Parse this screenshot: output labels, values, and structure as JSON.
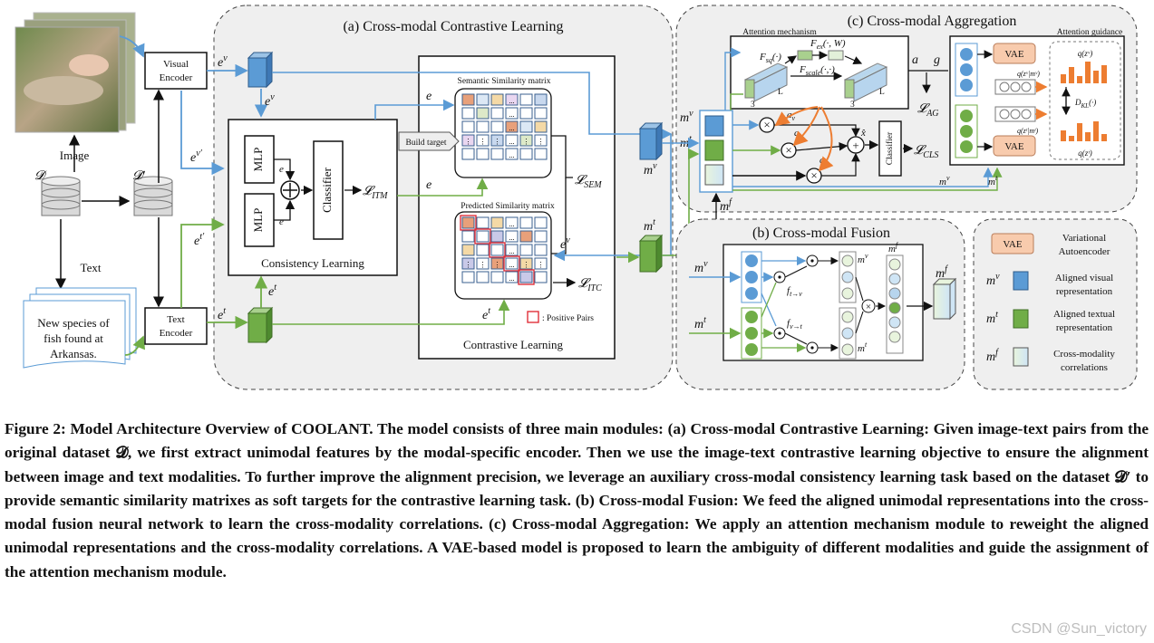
{
  "inputs": {
    "image_label": "Image",
    "text_label": "Text",
    "dataset": "𝓓",
    "dataset_prime": "𝓓′",
    "text_doc_lines": [
      "New species of",
      "fish found at",
      "Arkansas."
    ]
  },
  "encoders": {
    "visual": [
      "Visual",
      "Encoder"
    ],
    "text": [
      "Text",
      "Encoder"
    ]
  },
  "features": {
    "ev": "e",
    "ev_sup": "v",
    "et": "e",
    "et_sup": "t",
    "ev_prime_sup": "v′",
    "et_prime_sup": "t′"
  },
  "module_a": {
    "title": "(a) Cross-modal Contrastive Learning",
    "mlp": "MLP",
    "classifier": "Classifier",
    "consistency": "Consistency Learning",
    "l_itm": "𝓛",
    "l_itm_sub": "ITM",
    "build_target": "Build target",
    "semantic_matrix": "Semantic Similarity matrix",
    "predicted_matrix": "Predicted Similarity matrix",
    "contrastive": "Contrastive Learning",
    "l_sem": "𝓛",
    "l_sem_sub": "SEM",
    "l_itc": "𝓛",
    "l_itc_sub": "ITC",
    "positive_pairs": ": Positive Pairs",
    "es_v": "e",
    "es_t": "e",
    "dots": "...",
    "vdots": "⋮"
  },
  "module_b": {
    "title": "(b) Cross-modal Fusion",
    "f_tv": "f",
    "f_tv_sub": "t→v",
    "f_vt": "f",
    "f_vt_sub": "v→t"
  },
  "module_c": {
    "title": "(c) Cross-modal Aggregation",
    "attention_mechanism": "Attention mechanism",
    "attention_guidance": "Attention guidance",
    "f_sq": "F",
    "f_sq_sub": "sq",
    "f_ex": "F",
    "f_ex_sub": "ex",
    "f_scale": "F",
    "f_scale_sub": "scale",
    "vae": "VAE",
    "classifier": "Classifier",
    "l_ag": "𝓛",
    "l_ag_sub": "AG",
    "l_cls": "𝓛",
    "l_cls_sub": "CLS",
    "a": "a",
    "g": "g",
    "dkl": "D",
    "dkl_sub": "KL",
    "num_3": "3",
    "num_L": "L",
    "q_zv_mv": "q(zᵛ|mᵛ)",
    "q_zt_mt": "q(zᵗ|mᵗ)",
    "q_zv": "q(zᵛ)",
    "q_zt": "q(zᵗ)"
  },
  "legend": {
    "vae": "VAE",
    "vae_desc": [
      "Variational",
      "Autoencoder"
    ],
    "mv_desc": [
      "Aligned visual",
      "representation"
    ],
    "mt_desc": [
      "Aligned textual",
      "representation"
    ],
    "mf_desc": [
      "Cross-modality",
      "correlations"
    ]
  },
  "colors": {
    "blue": "#5b9bd5",
    "green": "#70ad47",
    "orange": "#ed7d31",
    "red": "#e0303a",
    "vae_fill": "#f8cbad"
  },
  "caption": "Figure 2: Model Architecture Overview of COOLANT. The model consists of three main modules: (a) Cross-modal Contrastive Learning: Given image-text pairs from the original dataset 𝓓, we first extract unimodal features by the modal-specific encoder. Then we use the image-text contrastive learning objective to ensure the alignment between image and text modalities. To further improve the alignment precision, we leverage an auxiliary cross-modal consistency learning task based on the dataset 𝓓′ to provide semantic similarity matrixes as soft targets for the contrastive learning task. (b) Cross-modal Fusion: We feed the aligned unimodal representations into the cross-modal fusion neural network to learn the cross-modality correlations. (c) Cross-modal Aggregation: We apply an attention mechanism module to reweight the aligned unimodal representations and the cross-modality correlations. A VAE-based model is proposed to learn the ambiguity of different modalities and guide the assignment of the attention mechanism module.",
  "watermark": "CSDN @Sun_victory"
}
